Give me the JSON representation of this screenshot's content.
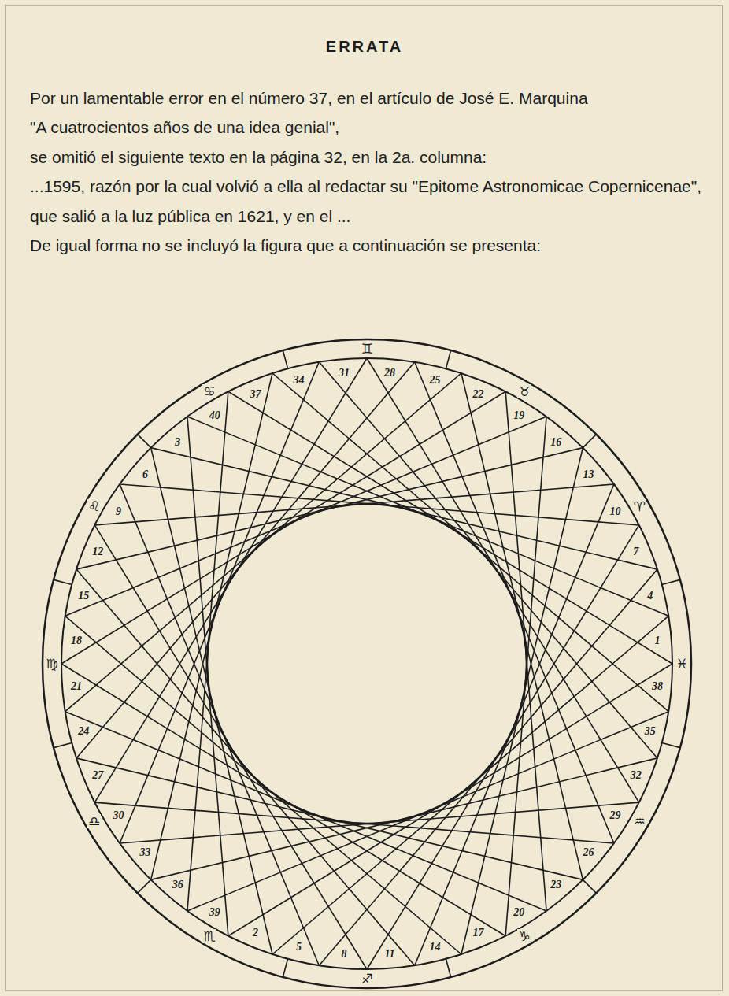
{
  "diagram": {
    "title": "ERRATA",
    "labels": [
      "Por un lamentable error en el número 37, en el artículo de José E. Marquina",
      "\"A cuatrocientos años de una idea genial\",",
      "se omitió el siguiente texto en la página 32, en la 2a. columna:",
      "...1595, razón por la cual volvió a ella al redactar su \"Epitome Astronomicae Copernicenae\", que salió a la luz pública en 1621, y en el ...",
      "De igual forma no se incluyó la figura que a continuación se presenta:",
      "31",
      "28",
      "25",
      "22",
      "19",
      "16",
      "13",
      "10",
      "7",
      "4",
      "1",
      "38",
      "35",
      "32",
      "29",
      "26",
      "23",
      "20",
      "17",
      "14",
      "11",
      "8",
      "5",
      "2",
      "39",
      "36",
      "33",
      "30",
      "27",
      "24",
      "21",
      "18",
      "15",
      "12",
      "9",
      "6",
      "3",
      "40",
      "37",
      "34",
      "♊",
      "♉",
      "♈",
      "♓",
      "♒",
      "♑",
      "♐",
      "♏",
      "♎",
      "♍",
      "♌",
      "♋"
    ]
  }
}
